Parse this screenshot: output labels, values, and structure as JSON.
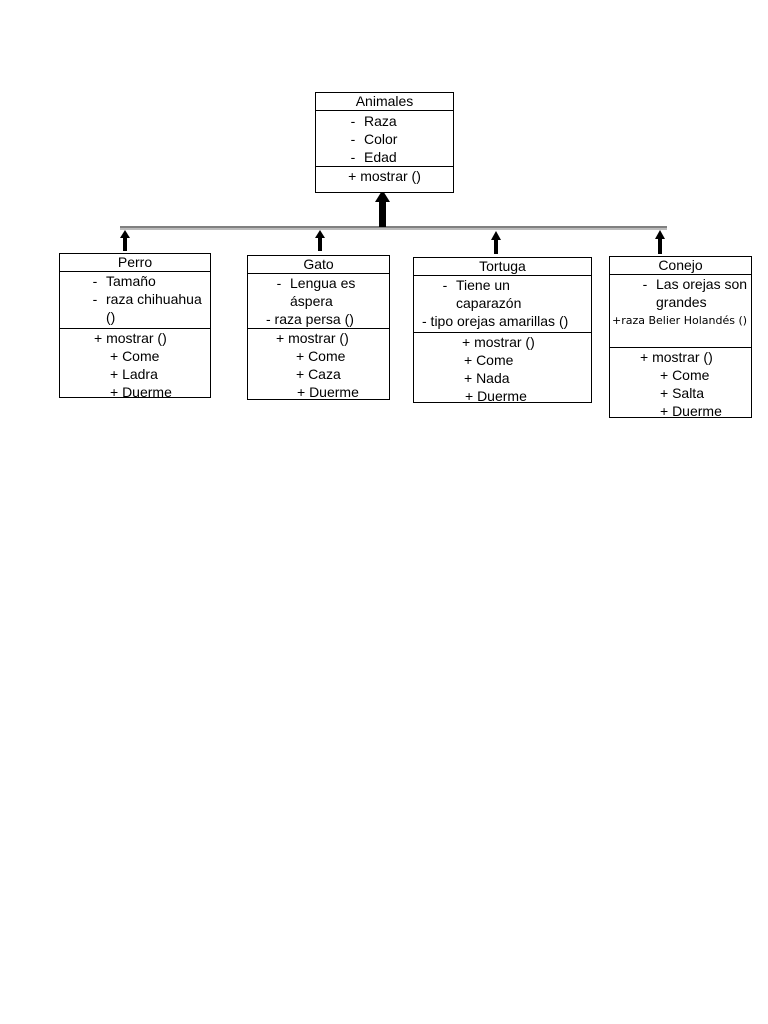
{
  "parent": {
    "name": "Animales",
    "attributes": [
      "Raza",
      "Color",
      "Edad"
    ],
    "methods": [
      "+ mostrar ()"
    ]
  },
  "children": [
    {
      "name": "Perro",
      "attributes": [
        "Tamaño",
        "raza chihuahua ()"
      ],
      "methods": [
        "+ mostrar ()",
        "+ Come",
        "+ Ladra",
        "+ Duerme"
      ]
    },
    {
      "name": "Gato",
      "attributes": [
        "Lengua es áspera",
        "- raza persa ()"
      ],
      "methods": [
        "+ mostrar ()",
        "+ Come",
        "+ Caza",
        "+ Duerme"
      ]
    },
    {
      "name": "Tortuga",
      "attributes": [
        "Tiene un caparazón",
        "- tipo orejas amarillas ()"
      ],
      "methods": [
        "+ mostrar ()",
        "+ Come",
        "+ Nada",
        "+ Duerme"
      ]
    },
    {
      "name": "Conejo",
      "attributes": [
        "Las orejas son grandes",
        "+raza Belier Holandés ()"
      ],
      "methods": [
        "+ mostrar ()",
        "+ Come",
        "+ Salta",
        "+ Duerme"
      ]
    }
  ],
  "bullet": "-"
}
